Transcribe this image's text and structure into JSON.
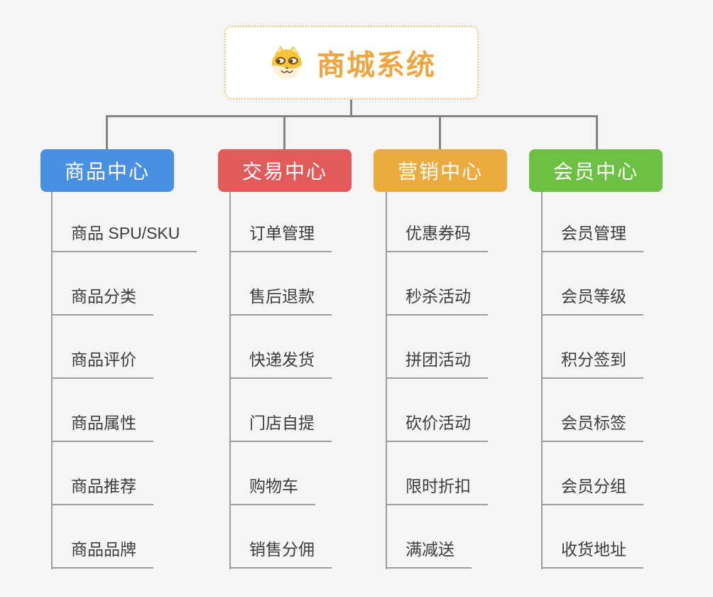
{
  "canvas": {
    "background": "#f5f5f6",
    "connector_color": "#848484",
    "leaf_line_color": "#9d9d9d"
  },
  "root": {
    "title": "商城系统",
    "icon": "shiba-dog-face-icon",
    "text_color": "#f0a53e",
    "border_color": "#f3c169"
  },
  "branches": [
    {
      "label": "商品中心",
      "color": "#4a90e2",
      "items": [
        "商品 SPU/SKU",
        "商品分类",
        "商品评价",
        "商品属性",
        "商品推荐",
        "商品品牌"
      ]
    },
    {
      "label": "交易中心",
      "color": "#e25b5b",
      "items": [
        "订单管理",
        "售后退款",
        "快递发货",
        "门店自提",
        "购物车",
        "销售分佣"
      ]
    },
    {
      "label": "营销中心",
      "color": "#ebab3f",
      "items": [
        "优惠券码",
        "秒杀活动",
        "拼团活动",
        "砍价活动",
        "限时折扣",
        "满减送"
      ]
    },
    {
      "label": "会员中心",
      "color": "#6ec044",
      "items": [
        "会员管理",
        "会员等级",
        "积分签到",
        "会员标签",
        "会员分组",
        "收货地址"
      ]
    }
  ]
}
